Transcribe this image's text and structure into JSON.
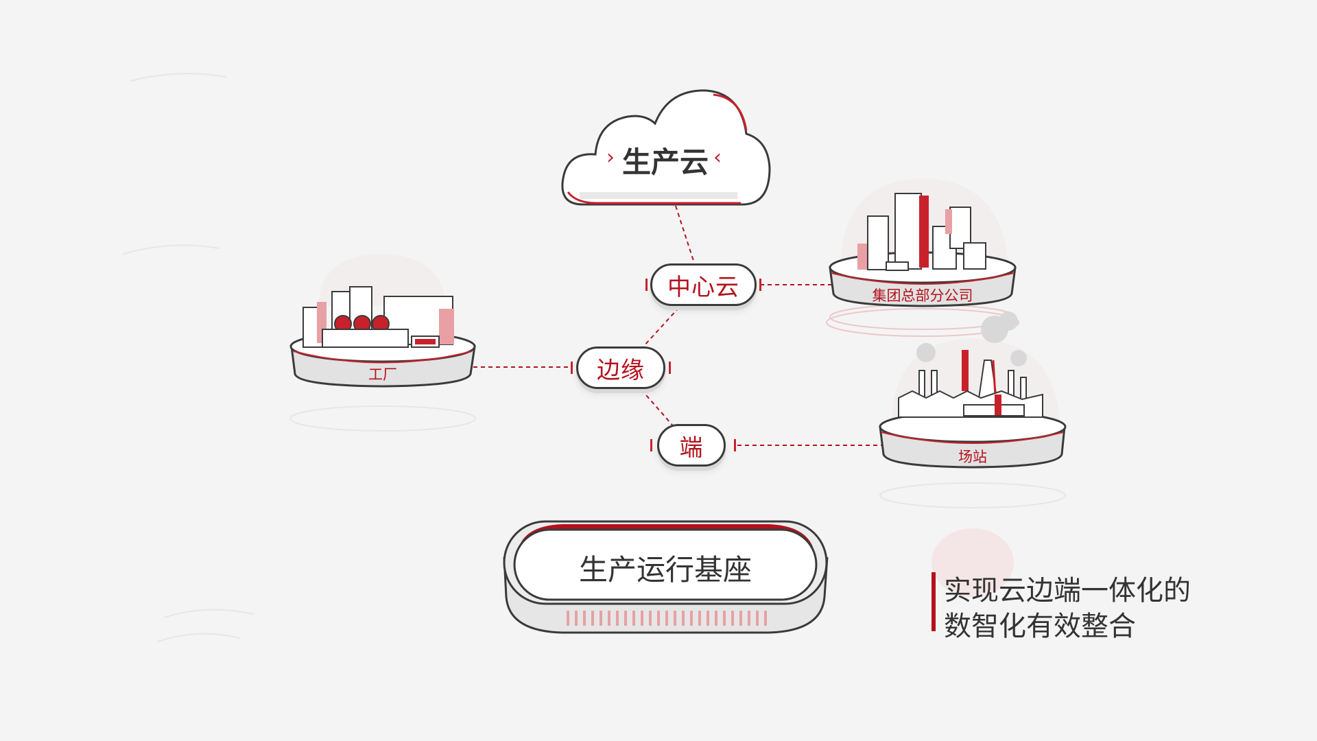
{
  "nodes": {
    "cloud": "生产云",
    "center_cloud": "中心云",
    "edge": "边缘",
    "terminal": "端"
  },
  "islands": {
    "factory": "工厂",
    "hq": "集团总部分公司",
    "station": "场站"
  },
  "base": {
    "label": "生产运行基座"
  },
  "tagline": {
    "line1": "实现云边端一体化的",
    "line2": "数智化有效整合"
  },
  "colors": {
    "accent": "#b3121c",
    "accent_light": "#e8a0a4",
    "outline": "#3a3a3a",
    "background": "#f4f4f4"
  },
  "icons": [
    "cloud-icon",
    "factory-icon",
    "office-buildings-icon",
    "power-station-icon"
  ]
}
